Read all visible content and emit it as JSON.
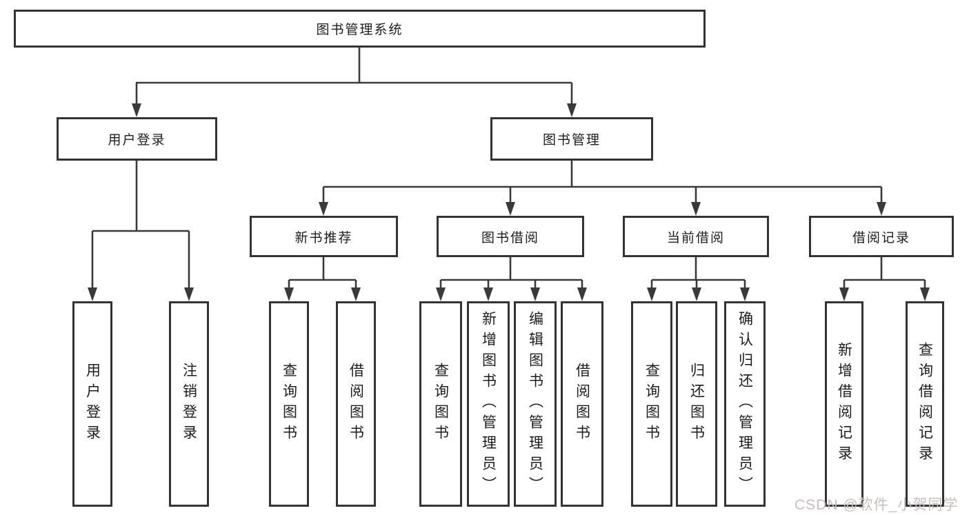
{
  "diagram": {
    "root": {
      "label": "图书管理系统"
    },
    "level2": [
      {
        "label": "用户登录"
      },
      {
        "label": "图书管理"
      }
    ],
    "level3": [
      {
        "label": "新书推荐",
        "parent": "图书管理"
      },
      {
        "label": "图书借阅",
        "parent": "图书管理"
      },
      {
        "label": "当前借阅",
        "parent": "图书管理"
      },
      {
        "label": "借阅记录",
        "parent": "图书管理"
      }
    ],
    "leaves": [
      {
        "label": "用户登录",
        "parent": "用户登录"
      },
      {
        "label": "注销登录",
        "parent": "用户登录"
      },
      {
        "label": "查询图书",
        "parent": "新书推荐"
      },
      {
        "label": "借阅图书",
        "parent": "新书推荐"
      },
      {
        "label": "查询图书",
        "parent": "图书借阅"
      },
      {
        "label": "新增图书（管理员）",
        "parent": "图书借阅"
      },
      {
        "label": "编辑图书（管理员）",
        "parent": "图书借阅"
      },
      {
        "label": "借阅图书",
        "parent": "图书借阅"
      },
      {
        "label": "查询图书",
        "parent": "当前借阅"
      },
      {
        "label": "归还图书",
        "parent": "当前借阅"
      },
      {
        "label": "确认归还（管理员）",
        "parent": "当前借阅"
      },
      {
        "label": "新增借阅记录",
        "parent": "借阅记录"
      },
      {
        "label": "查询借阅记录",
        "parent": "借阅记录"
      }
    ],
    "colors": {
      "line": "#3a3a3a",
      "border": "#333333",
      "text": "#1c1c1c",
      "watermark": "#c7bcbc"
    }
  },
  "watermark": {
    "text": "CSDN @软件_小贺同学"
  }
}
